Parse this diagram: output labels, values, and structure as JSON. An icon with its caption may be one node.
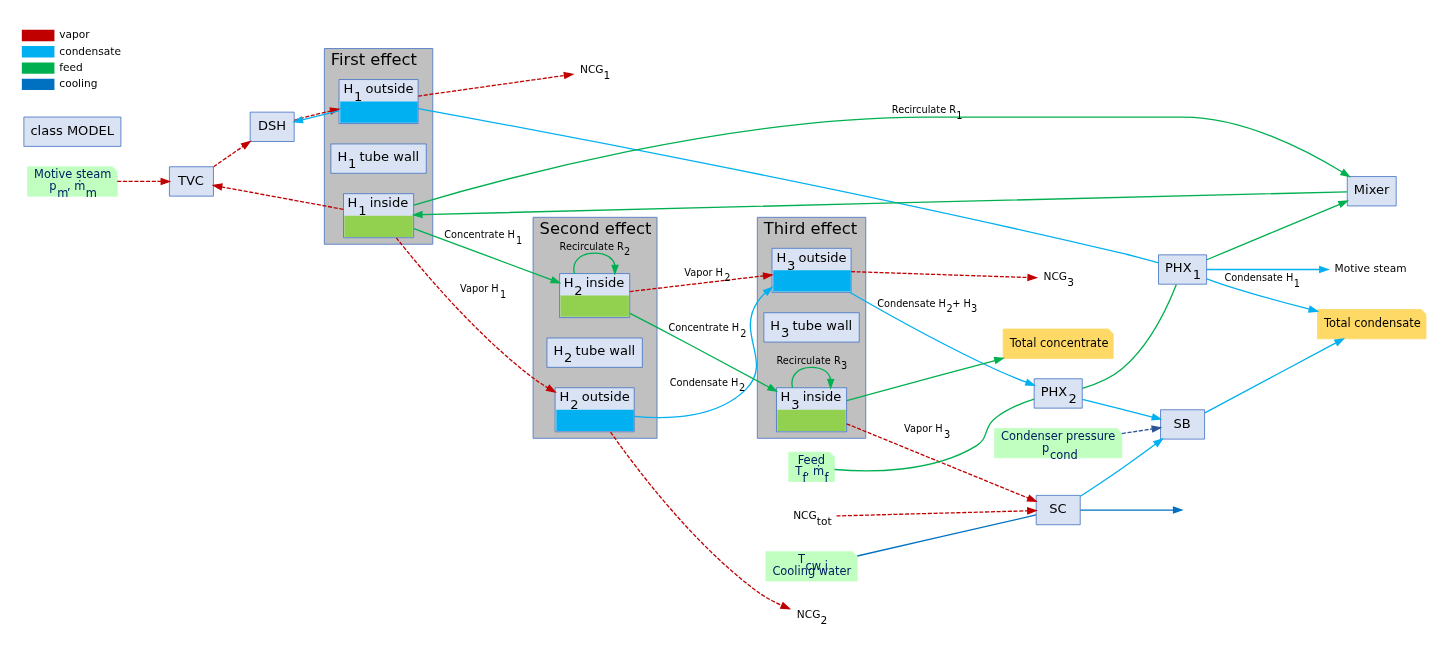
{
  "diagram": {
    "nodes": [
      {
        "text": [
          "Motive steam",
          "p$_{m}$, ṁ$_{m}$"
        ]
      },
      {
        "text": [
          "TVC"
        ]
      },
      {
        "text": [
          "DSH"
        ]
      },
      {
        "text": [
          "First effect"
        ]
      },
      {
        "text": [
          "H$_{1}$ outside"
        ],
        "in": 3
      },
      {
        "text": [
          "H$_{1}$ tube wall"
        ],
        "in": 3
      },
      {
        "text": [
          "H$_{1}$ inside"
        ],
        "in": 3
      },
      {
        "text": [
          "NCG$_{1}$"
        ]
      },
      {
        "text": [
          "Mixer"
        ]
      },
      {
        "text": [
          "Second effect"
        ]
      },
      {
        "text": [
          "NCG$_{2}$"
        ]
      },
      {
        "text": [
          "H$_{2}$ outside"
        ],
        "in": 9
      },
      {
        "text": [
          "H$_{2}$ tube wall"
        ],
        "in": 9
      },
      {
        "text": [
          "H$_{2}$ inside"
        ],
        "in": 9
      },
      {
        "text": [
          "Motive steam"
        ]
      },
      {
        "text": [
          "PHX$_{1}$"
        ]
      },
      {
        "text": [
          "PHX$_{2}$"
        ]
      },
      {
        "text": [
          "Third effect"
        ]
      },
      {
        "text": [
          "NCG$_{3}$"
        ]
      },
      {
        "text": [
          "H$_{3}$ outside"
        ],
        "in": 17
      },
      {
        "text": [
          "H$_{3}$ tube wall"
        ],
        "in": 17
      },
      {
        "text": [
          "H$_{3}$ inside"
        ],
        "in": 17
      },
      {
        "text": [
          "SB"
        ]
      },
      {
        "text": [
          "SC"
        ]
      },
      {
        "text": [
          "NCG$_{tot}$"
        ]
      },
      {
        "text": [
          "Feed",
          "T$_{f}$, ṁ$_{f}$"
        ]
      },
      {
        "text": [
          "Condenser pressure",
          "p$_{cond}$"
        ]
      },
      {
        "text": [
          "Total condensate"
        ]
      },
      {
        "text": [
          "T$_{cw,i}$",
          "Cooling water"
        ]
      },
      {
        "text": [
          "Total concentrate"
        ]
      },
      {
        "text": [
          "class MODEL"
        ]
      }
    ],
    "edges": [
      {
        "from": 0,
        "to": 1,
        "arrow": "to",
        "style": "dashed",
        "color": "#c00000"
      },
      {
        "from": 1,
        "to": 2,
        "arrow": "to",
        "style": "dashed",
        "color": "#c00000"
      },
      {
        "from": 2,
        "to": 4,
        "arrow": "to",
        "style": "dashed",
        "color": "#c00000"
      },
      {
        "from": 4,
        "to": 7,
        "arrow": "to",
        "style": "dashed",
        "color": "#c00000"
      },
      {
        "from": 6,
        "to": 1,
        "arrow": "to",
        "style": "dashed",
        "color": "#c00000"
      },
      {
        "from": 6,
        "to": 11,
        "label": "Vapor H$_{1}$",
        "arrow": "to",
        "style": "dashed",
        "color": "#c00000"
      },
      {
        "from": 11,
        "to": 10,
        "arrow": "to",
        "style": "dashed",
        "color": "#c00000"
      },
      {
        "from": 8,
        "to": 6,
        "arrow": "to",
        "color": "#00b050"
      },
      {
        "from": 6,
        "to": 8,
        "label": "Recirculate R$_{1}$",
        "arrow": "to",
        "color": "#00b050"
      },
      {
        "from": 6,
        "to": 13,
        "label": "Concentrate H$_{1}$",
        "arrow": "to",
        "color": "#00b050"
      },
      {
        "from": 13,
        "to": 13,
        "label": "Recirculate R$_{2}$",
        "arrow": "to",
        "color": "#00b050"
      },
      {
        "from": 4,
        "to": 2,
        "arrow": "to",
        "color": "#00b0f0"
      },
      {
        "from": 4,
        "to": 15,
        "arrow": "none",
        "color": "#00b0f0"
      },
      {
        "from": 15,
        "to": 14,
        "arrow": "to",
        "color": "#00b0f0"
      },
      {
        "from": 15,
        "to": 27,
        "label": "Condensate H$_{1}$",
        "arrow": "to",
        "color": "#00b0f0"
      },
      {
        "from": 25,
        "to": 16,
        "arrow": "none",
        "color": "#00b050"
      },
      {
        "from": 16,
        "to": 15,
        "arrow": "none",
        "color": "#00b050"
      },
      {
        "from": 15,
        "to": 8,
        "arrow": "to",
        "color": "#00b050"
      },
      {
        "from": 11,
        "to": 19,
        "label": "Condensate H$_{2}$",
        "arrow": "to",
        "color": "#00b0f0"
      },
      {
        "from": 13,
        "to": 19,
        "label": "Vapor H$_{2}$",
        "arrow": "to",
        "style": "dashed",
        "color": "#c00000"
      },
      {
        "from": 13,
        "to": 21,
        "label": "Concentrate H$_{2}$",
        "arrow": "to",
        "color": "#00b050"
      },
      {
        "from": 19,
        "to": 18,
        "arrow": "to",
        "style": "dashed",
        "color": "#c00000"
      },
      {
        "from": 21,
        "to": 21,
        "label": "Recirculate R$_{3}$",
        "arrow": "to",
        "color": "#00b050"
      },
      {
        "from": 19,
        "to": 16,
        "label": "Condensate H$_{2}$+ H$_{3}$",
        "arrow": "to",
        "color": "#00b0f0"
      },
      {
        "from": 16,
        "to": 22,
        "arrow": "to",
        "color": "#00b0f0"
      },
      {
        "from": 24,
        "to": 23,
        "arrow": "to",
        "style": "dashed",
        "color": "#c00000"
      },
      {
        "from": 21,
        "to": 23,
        "label": "Vapor H$_{3}$",
        "arrow": "to",
        "style": "dashed",
        "color": "#c00000"
      },
      {
        "from": 23,
        "to": 22,
        "arrow": "to",
        "color": "#00b0f0"
      },
      {
        "from": 26,
        "to": 22,
        "arrow": "to",
        "style": "dashed",
        "color": "#2f5597"
      },
      {
        "from": 22,
        "to": 27,
        "arrow": "to",
        "color": "#00b0f0"
      },
      {
        "from": 28,
        "to": 23,
        "arrow": "none",
        "color": "#0070c0"
      },
      {
        "from": 23,
        "to": null,
        "arrow": "to",
        "color": "#0070c0"
      },
      {
        "from": 21,
        "to": 29,
        "arrow": "to",
        "color": "#00b050"
      }
    ],
    "legend": [
      {
        "text": "vapor"
      },
      {
        "text": "condensate"
      },
      {
        "text": "feed"
      },
      {
        "text": "cooling"
      }
    ]
  }
}
